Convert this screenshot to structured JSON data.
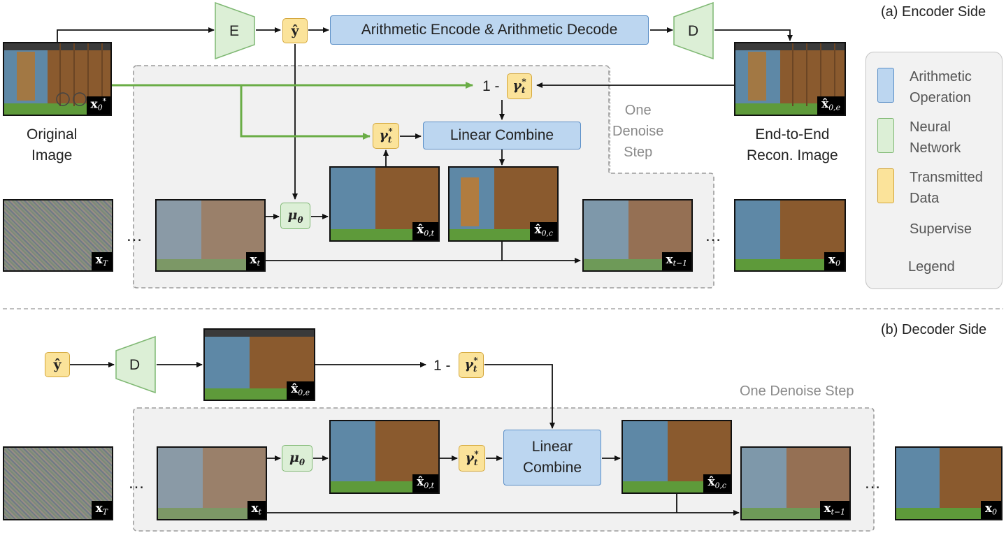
{
  "encoder": {
    "title": "(a) Encoder Side",
    "E": "E",
    "y_hat": "ŷ",
    "arith": "Arithmetic Encode & Arithmetic Decode",
    "D": "D",
    "one_minus": "1 -",
    "gamma": "γ",
    "gamma_sup": "*",
    "gamma_sub": "t",
    "linear": "Linear Combine",
    "step_label": "One\nDenoise\nStep",
    "mu": "μ",
    "mu_sub": "θ",
    "orig_caption": "Original\nImage",
    "e2e_caption": "End-to-End\nRecon. Image",
    "ellipsis": "…",
    "tags": {
      "x0star": "x",
      "x0star_sub": "0",
      "x0star_sup": "*",
      "x0e": "x̂",
      "x0e_sub": "0,e",
      "xT": "x",
      "xT_sub": "T",
      "xt": "x",
      "xt_sub": "t",
      "x0t": "x̂",
      "x0t_sub": "0,t",
      "x0c": "x̂",
      "x0c_sub": "0,c",
      "xt1": "x",
      "xt1_sub": "t−1",
      "x0": "x",
      "x0_sub": "0"
    }
  },
  "decoder": {
    "title": "(b) Decoder Side",
    "y_hat": "ŷ",
    "D": "D",
    "one_minus": "1 -",
    "gamma": "γ",
    "gamma_sup": "*",
    "gamma_sub": "t",
    "linear": "Linear\nCombine",
    "step_label": "One Denoise Step",
    "mu": "μ",
    "mu_sub": "θ",
    "ellipsis": "…"
  },
  "legend": {
    "title": "Legend",
    "items": [
      {
        "label": "Arithmetic\nOperation",
        "color": "#bcd6f0",
        "border": "#5b8fc7"
      },
      {
        "label": "Neural\nNetwork",
        "color": "#dcefd6",
        "border": "#7fb873"
      },
      {
        "label": "Transmitted\nData",
        "color": "#fbe39a",
        "border": "#d4a73c"
      },
      {
        "label": "Supervise",
        "color": "#6aad46"
      }
    ]
  }
}
